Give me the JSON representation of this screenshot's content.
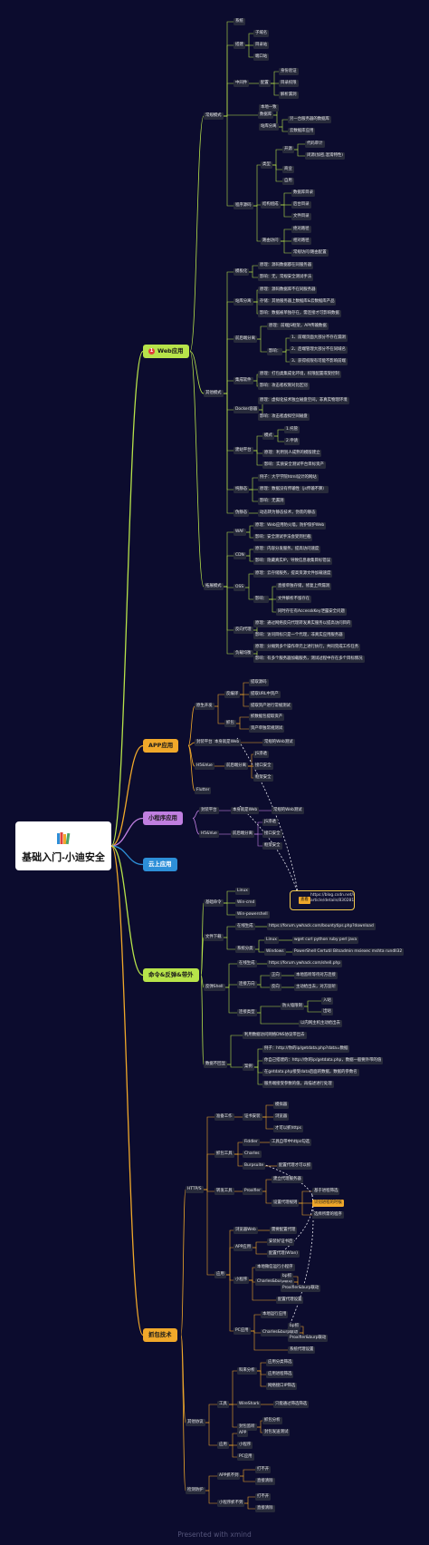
{
  "root": {
    "title": "基础入门-小迪安全",
    "icon": "books-icon"
  },
  "colors": {
    "background": "#0c0c2e",
    "web": "#b7e34a",
    "app": "#f0a82a",
    "mini": "#c07fe0",
    "cloud": "#2d8fd8",
    "cmd": "#b7e34a",
    "capture": "#f0a82a",
    "highlight": "#f0a82a"
  },
  "branches": [
    {
      "label": "Web应用",
      "badge": "1"
    },
    {
      "label": "APP应用"
    },
    {
      "label": "小程序应用"
    },
    {
      "label": "云上应用"
    },
    {
      "label": "命令&反弹&带外"
    },
    {
      "label": "抓包技术"
    }
  ],
  "nodes": [
    "常规模式",
    "系统",
    "搭建",
    "子域名",
    "目录站",
    "端口站",
    "中间件",
    "配置",
    "身份验证",
    "目录权限",
    "解析漏洞",
    "数据库",
    "本地一致",
    "站库分离",
    "另一台服务器的数据库",
    "云数据库应用",
    "程序源码",
    "类型",
    "开源",
    "代码审计",
    "闭源(加密,混淆特性)",
    "商业",
    "自用",
    "结构组成",
    "数据库目录",
    "后台目录",
    "文件目录",
    "路由访问",
    "绝对路径",
    "相对路径",
    "常规访问/路由配置",
    "其他模式",
    "模板化",
    "原理：源码数据都在同服务器",
    "影响：无，常规安全测试手法",
    "站库分离",
    "原理：源码数据库不在同服务器",
    "存储：其他服务器上数据库&云数据库产品",
    "影响：数据被单独存在，需连接才可影响数据",
    "前后端分离",
    "原理：前端JS框架，API传输数据",
    "影响：",
    "1、前端页面大部分不存在漏洞",
    "2、后端管理大部分不在同域名",
    "3、获得权限有可能不影响前端",
    "集成软件",
    "原理：打包类集成化环境，权限配置或受控制",
    "影响：攻击者权限对比区别",
    "Docker容器",
    "原理：虚拟化技术独立磁盘空间，非真实物理环境",
    "影响：攻击者虚拟空间磁盘",
    "建站平台",
    "模式",
    "1.托管",
    "2.申请",
    "原理：利用别人成熟的模版建立",
    "影响：实质安全测试平台目标资产",
    "纯静态",
    "例子：大学学院html设计的网站",
    "原理：数据没有传输性（js传输不算）",
    "影响：无漏洞",
    "伪静态",
    "动态转为静态技术，伪装的静态",
    "拓展模式",
    "WAF",
    "原理：Web应用防火墙，防护保护Web",
    "影响：安全测试手法会受到拦截",
    "CDN",
    "原理：内容分发服务，提高访问速度",
    "影响：隐藏真实IP，导致信息收集目标错误",
    "OSS",
    "原理：云存储服务，提高资源文件加载速度",
    "影响：",
    "直接单独存储，修复上传漏洞",
    "文件解析不留存在",
    "同时存在有AccesskKey泄露安全问题",
    "反向代理",
    "原理：通过网络反向代理转发真实服务以提高访问目的",
    "影响：访问目标只是一个代理，非真实应用服务器",
    "负载均衡",
    "原理：分摊到多个操作单元上进行执行，共同完成工作任务",
    "影响：有多个服务器加载服务，测试过程中存在多个目标情况",
    "原生开发",
    "反编译",
    "提取源码",
    "提取URL中资产",
    "提取资产进行常规测试",
    "抓包",
    "抓数据包提取资产",
    "资产单独常规测试",
    "封装平台",
    "本身就是Web",
    "常规的Web测试",
    "H5&Vue",
    "前后端分离",
    "JS渗透",
    "接口安全",
    "框架安全",
    "Flutter",
    "封装平台",
    "本身就是Web",
    "常规的Web测试",
    "H5&Vue",
    "前后端分离",
    "JS渗透",
    "接口安全",
    "框架安全",
    "基础命令",
    "Linux",
    "Win-cmd",
    "Win-powershell",
    "文件下载",
    "在线生成",
    "https://forum.ywhack.com/bountytips.php?download",
    "系统分类",
    "Linux",
    "wget curl python ruby perl java",
    "Windows",
    "PowerShell Certutil Bitsadmin msiexec mshta rundll32",
    "反弹Shell",
    "在线生成",
    "https://forum.ywhack.com/shell.php",
    "连接方向",
    "正向",
    "本地监听等待对方连接",
    "反向",
    "主动给出去，对方监听",
    "连接类型",
    "防火墙限制",
    "入站",
    "出站",
    "以内网主机主动给出去",
    "数据不回显",
    "利用数据访问网络DNS协议带出去",
    "案例",
    "例子：http://你的ip/getdata.php?data=数据",
    "你自己搭建的：http://你的ip/getdata.php，数据一般要外带的值",
    "在getdata.php接受data后面的数据，数据的参数名",
    "服务端接受参数的值，再描述进行处理",
    "HTTP/S",
    "准备工作",
    "证书安装",
    "模拟器",
    "浏览器",
    "才可以抓https",
    "抓包工具",
    "Fiddler",
    "工具自带中https勾选",
    "Charles",
    "Burpsuite",
    "配置代理才可以抓",
    "转发工具",
    "Proxifier",
    "建立代理服务器",
    "设置代理规则",
    "基于进程筛选",
    "识别进程的时候",
    "选择所需的程序",
    "应用",
    "浏览器Web",
    "需要配置代理",
    "APP应用",
    "安装好证书后",
    "配置代理(Wlan)",
    "小程序",
    "本地微信运行小程序",
    "Charles&burp联动",
    "bp抓",
    "Proxifier&burp联动",
    "配置代理设置",
    "PC应用",
    "本地运行应用",
    "Charles&burp联动",
    "bp抓",
    "Proxifier&burp联动",
    "系统代理设置",
    "其他协议",
    "工具",
    "科来分析",
    "应用分类筛选",
    "应用进程筛选",
    "网络接口IP筛选",
    "WireShark",
    "只能通过筛选筛选",
    "封包监听",
    "抓包分析",
    "封包发送测试",
    "应用",
    "APP",
    "小程序",
    "PC应用",
    "检测防护",
    "APP抓不到",
    "打不开",
    "直接清除",
    "小程序抓不到",
    "打不开",
    "直接清除"
  ],
  "callout": {
    "tag": "查看",
    "url1": "https://blog.csdn.net/weixin_43505275/",
    "url2": "article/details/83028138"
  },
  "footer": "Presented with xmind"
}
